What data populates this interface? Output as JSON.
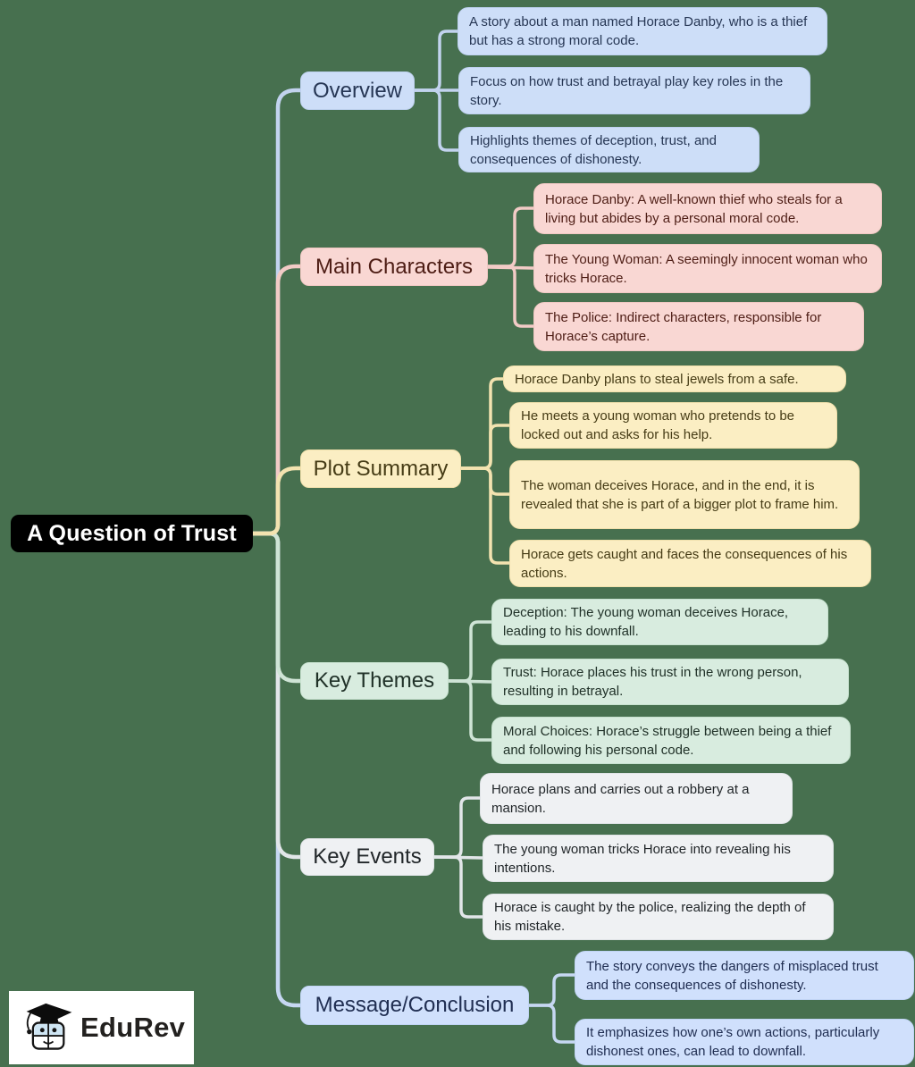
{
  "root": {
    "label": "A Question of Trust"
  },
  "branches": [
    {
      "id": "overview",
      "label": "Overview",
      "leaves": [
        "A story about a man named Horace Danby, who is a thief but has a strong moral code.",
        "Focus on how trust and betrayal play key roles in the story.",
        "Highlights themes of deception, trust, and consequences of dishonesty."
      ]
    },
    {
      "id": "main-characters",
      "label": "Main Characters",
      "leaves": [
        "Horace Danby: A well-known thief who steals for a living but abides by a personal moral code.",
        "The Young Woman: A seemingly innocent woman who tricks Horace.",
        "The Police: Indirect characters, responsible for Horace’s capture."
      ]
    },
    {
      "id": "plot-summary",
      "label": "Plot Summary",
      "leaves": [
        "Horace Danby plans to steal jewels from a safe.",
        "He meets a young woman who pretends to be locked out and asks for his help.",
        "The woman deceives Horace, and in the end, it is revealed that she is part of a bigger plot to frame him.",
        "Horace gets caught and faces the consequences of his actions."
      ]
    },
    {
      "id": "key-themes",
      "label": "Key Themes",
      "leaves": [
        "Deception: The young woman deceives Horace, leading to his downfall.",
        "Trust: Horace places his trust in the wrong person, resulting in betrayal.",
        "Moral Choices: Horace’s struggle between being a thief and following his personal code."
      ]
    },
    {
      "id": "key-events",
      "label": "Key Events",
      "leaves": [
        "Horace plans and carries out a robbery at a mansion.",
        "The young woman tricks Horace into revealing his intentions.",
        "Horace is caught by the police, realizing the depth of his mistake."
      ]
    },
    {
      "id": "message-conclusion",
      "label": "Message/Conclusion",
      "leaves": [
        "The story conveys the dangers of misplaced trust and the consequences of dishonesty.",
        "It emphasizes how one’s own actions, particularly dishonest ones, can lead to downfall."
      ]
    }
  ],
  "logo": {
    "text": "EduRev"
  },
  "palette": {
    "background": "#47704f",
    "root": {
      "fill": "#000000",
      "text": "#ffffff"
    },
    "overview": {
      "fill": "#cddef8",
      "line": "#c2d3ee",
      "text": "#263654"
    },
    "main_characters": {
      "fill": "#f9d7d3",
      "line": "#f2cbc6",
      "text": "#4e1d15"
    },
    "plot_summary": {
      "fill": "#fbeec3",
      "line": "#f3e3b0",
      "text": "#463c16"
    },
    "key_themes": {
      "fill": "#d8ecdf",
      "line": "#cfe4d6",
      "text": "#203128"
    },
    "key_events": {
      "fill": "#eff1f3",
      "line": "#e2e6e9",
      "text": "#212629"
    },
    "message_conclusion": {
      "fill": "#d0e0fc",
      "line": "#c6d7f2",
      "text": "#202e52"
    }
  }
}
